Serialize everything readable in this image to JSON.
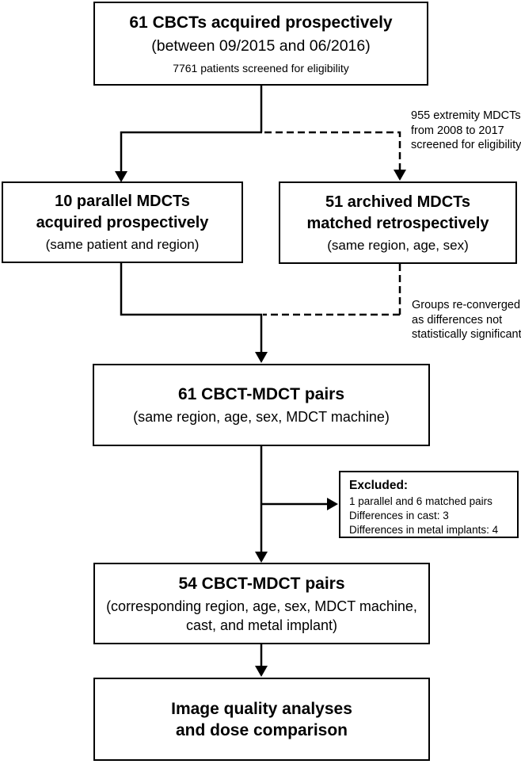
{
  "colors": {
    "background": "#ffffff",
    "box_border": "#000000",
    "line": "#000000",
    "text": "#000000"
  },
  "flowchart": {
    "top_box": {
      "title": "61 CBCTs acquired prospectively",
      "subtitle": "(between 09/2015 and 06/2016)",
      "note": "7761 patients screened for eligibility"
    },
    "parallel_box": {
      "title_line1": "10 parallel MDCTs",
      "title_line2": "acquired prospectively",
      "subtitle": "(same patient and region)"
    },
    "archived_box": {
      "title_line1": "51 archived MDCTs",
      "title_line2": "matched retrospectively",
      "subtitle": "(same region, age, sex)"
    },
    "screened_note": {
      "lines": [
        "955 extremity MDCTs",
        "from 2008 to 2017",
        "screened for eligibility"
      ]
    },
    "reconverged_note": {
      "lines": [
        "Groups re-converged,",
        "as differences not",
        "statistically significant"
      ]
    },
    "pairs61_box": {
      "title": "61 CBCT-MDCT pairs",
      "subtitle": "(same region, age, sex, MDCT machine)"
    },
    "excluded_box": {
      "heading": "Excluded:",
      "items": [
        "1 parallel and 6 matched pairs",
        "Differences in cast: 3",
        "Differences in metal implants: 4"
      ]
    },
    "pairs54_box": {
      "title": "54 CBCT-MDCT pairs",
      "subtitle_line1": "(corresponding region, age, sex, MDCT machine,",
      "subtitle_line2": "cast, and metal implant)"
    },
    "analysis_box": {
      "title_line1": "Image quality analyses",
      "title_line2": "and dose comparison"
    }
  }
}
